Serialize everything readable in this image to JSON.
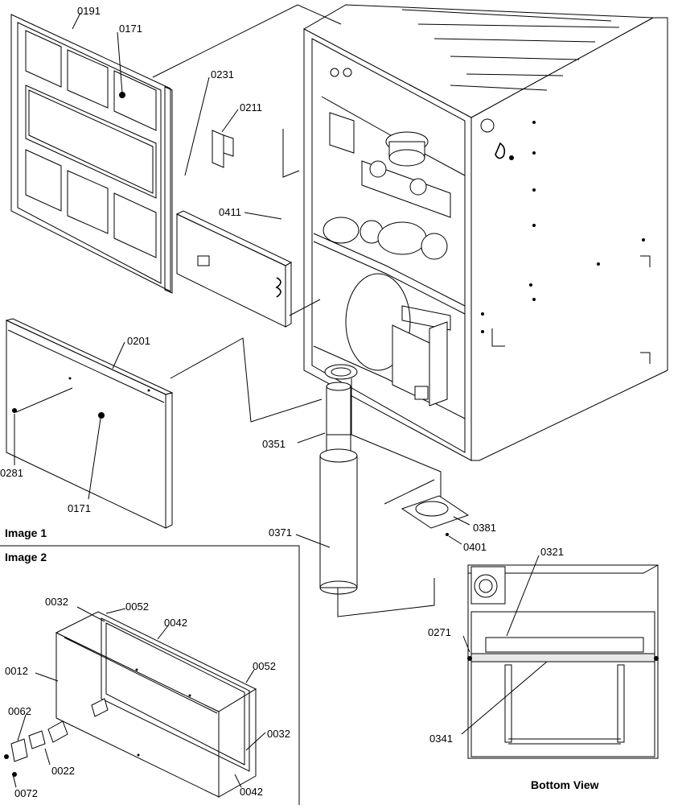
{
  "captions": {
    "image1": "Image 1",
    "image2": "Image 2",
    "bottom_view": "Bottom View"
  },
  "callouts": {
    "c0191": "0191",
    "c0171a": "0171",
    "c0231": "0231",
    "c0211": "0211",
    "c0411": "0411",
    "c0201": "0201",
    "c0281": "0281",
    "c0171b": "0171",
    "c0351": "0351",
    "c0371": "0371",
    "c0381": "0381",
    "c0401": "0401",
    "c0321": "0321",
    "c0271": "0271",
    "c0341": "0341",
    "c0032a": "0032",
    "c0052a": "0052",
    "c0042a": "0042",
    "c0012": "0012",
    "c0052b": "0052",
    "c0062": "0062",
    "c0022": "0022",
    "c0032b": "0032",
    "c0072": "0072",
    "c0042b": "0042"
  }
}
